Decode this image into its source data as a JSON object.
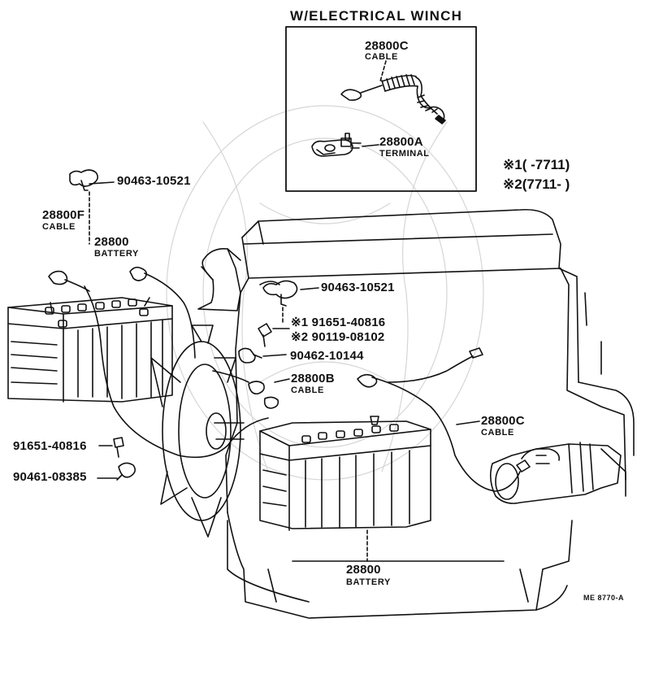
{
  "inset": {
    "title": "W/ELECTRICAL WINCH",
    "cable_part": "28800C",
    "cable_label": "CABLE",
    "terminal_part": "28800A",
    "terminal_label": "TERMINAL"
  },
  "notes": {
    "note1": "※1(      -7711)",
    "note2": "※2(7711-      )"
  },
  "callouts": {
    "bolt_top_left": "90463-10521",
    "cable_f_part": "28800F",
    "cable_f_label": "CABLE",
    "battery_left_part": "28800",
    "battery_left_label": "BATTERY",
    "bolt_center": "90463-10521",
    "screw_note1": "※1 91651-40816",
    "screw_note2": "※2 90119-08102",
    "nut_center": "90462-10144",
    "cable_b_part": "28800B",
    "cable_b_label": "CABLE",
    "cable_c_part": "28800C",
    "cable_c_label": "CABLE",
    "bolt_left": "91651-40816",
    "clamp_left": "90461-08385",
    "battery_bottom_part": "28800",
    "battery_bottom_label": "BATTERY"
  },
  "figure_code": "ME  8770-A"
}
